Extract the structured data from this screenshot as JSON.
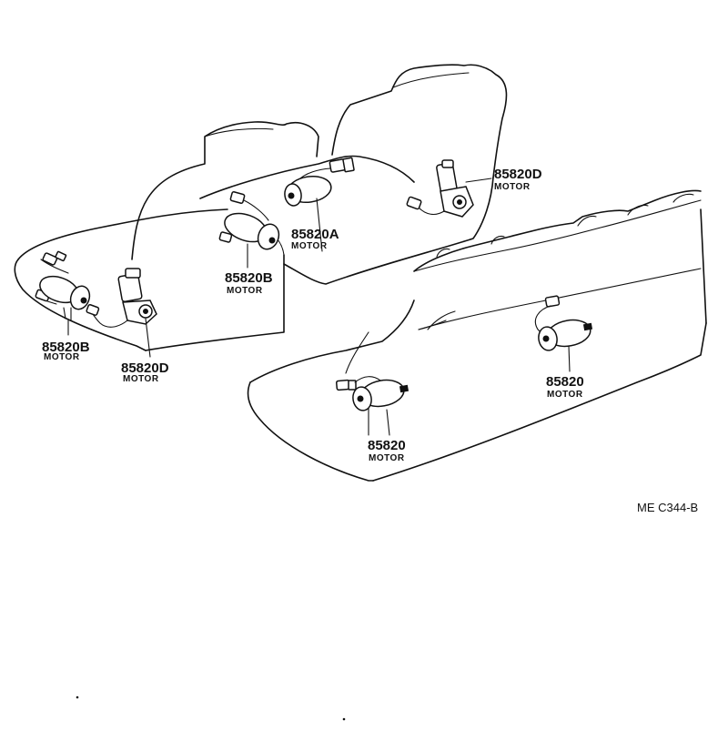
{
  "callouts": [
    {
      "id": "front-left-lower-b",
      "part": "85820B",
      "name": "MOTOR"
    },
    {
      "id": "front-left-lower-d",
      "part": "85820D",
      "name": "MOTOR"
    },
    {
      "id": "front-left-upper-b",
      "part": "85820B",
      "name": "MOTOR"
    },
    {
      "id": "front-right-a",
      "part": "85820A",
      "name": "MOTOR"
    },
    {
      "id": "front-right-d",
      "part": "85820D",
      "name": "MOTOR"
    },
    {
      "id": "rear-left",
      "part": "85820",
      "name": "MOTOR"
    },
    {
      "id": "rear-right",
      "part": "85820",
      "name": "MOTOR"
    }
  ],
  "reference_code": "ME C344-B"
}
